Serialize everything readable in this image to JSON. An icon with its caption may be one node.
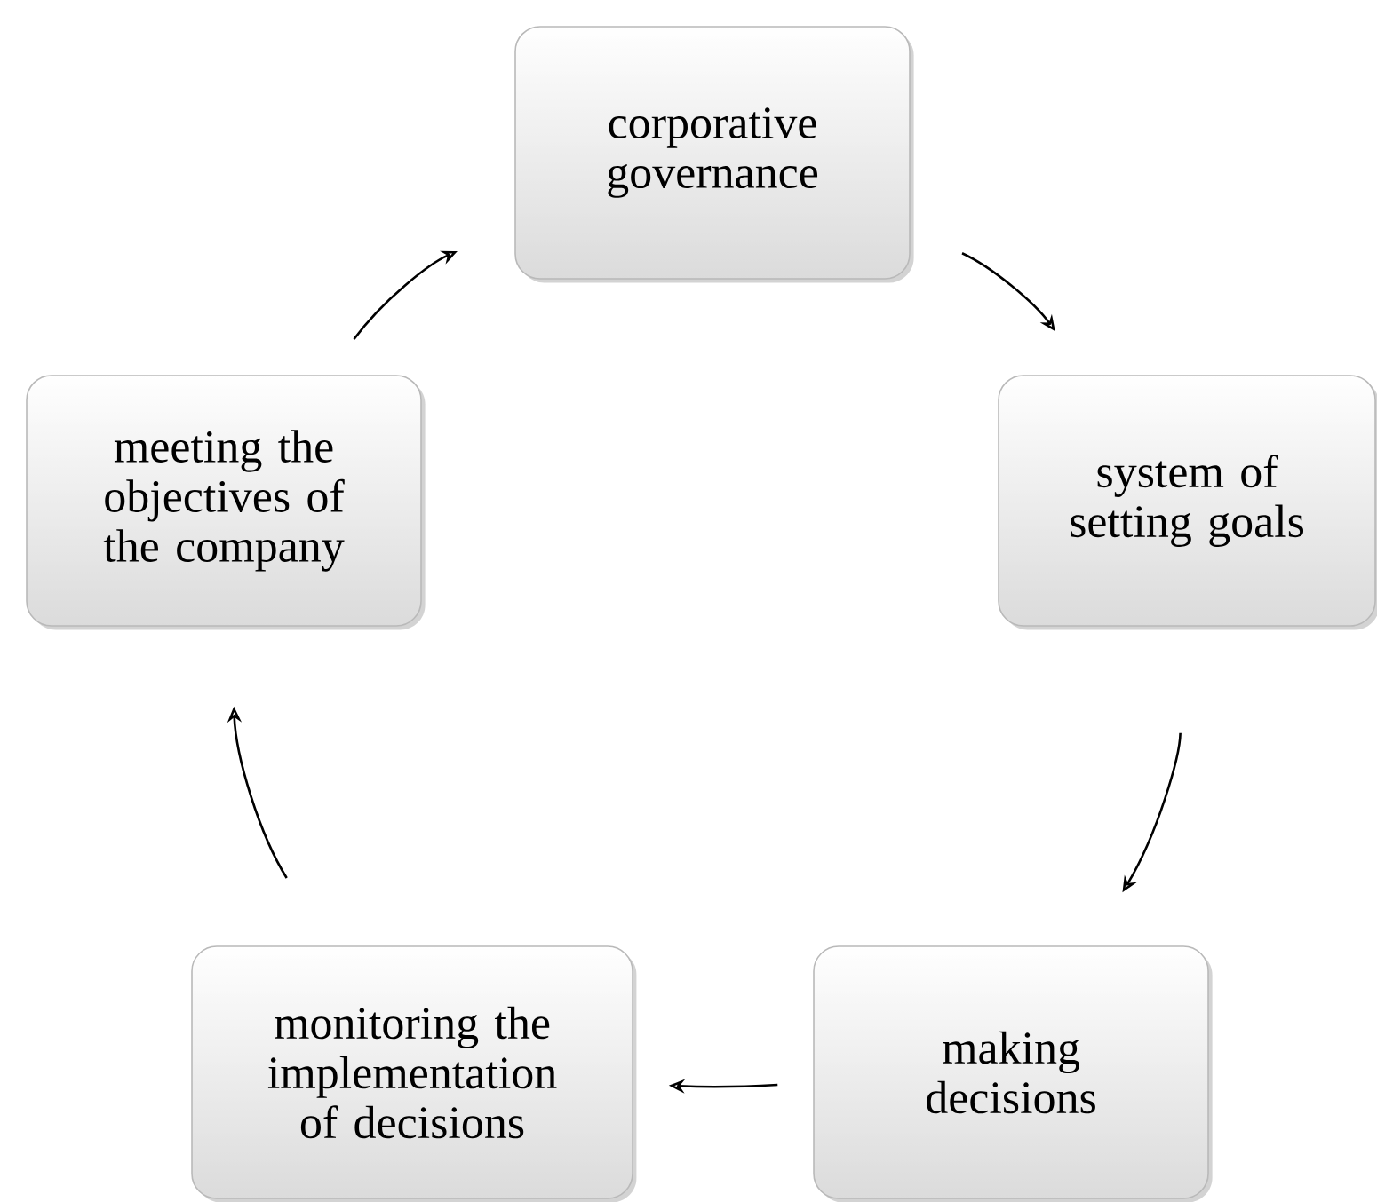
{
  "diagram": {
    "nodes": [
      {
        "text": [
          "corporative governance"
        ]
      },
      {
        "text": [
          "system of setting goals"
        ]
      },
      {
        "text": [
          "making decisions"
        ]
      },
      {
        "text": [
          "monitoring the implementation of decisions"
        ]
      },
      {
        "text": [
          "meeting the objectives of the company"
        ]
      }
    ],
    "edges": [
      {
        "from": 0,
        "to": 1,
        "arrow": "to"
      },
      {
        "from": 1,
        "to": 2,
        "arrow": "to"
      },
      {
        "from": 2,
        "to": 3,
        "arrow": "to"
      },
      {
        "from": 3,
        "to": 4,
        "arrow": "to"
      },
      {
        "from": 4,
        "to": 0,
        "arrow": "to"
      }
    ]
  }
}
